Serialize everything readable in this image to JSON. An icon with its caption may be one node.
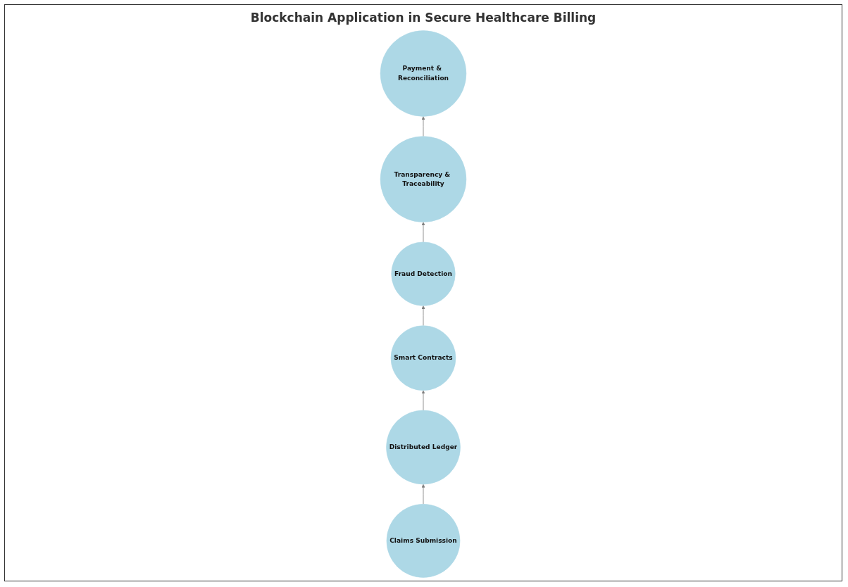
{
  "diagram": {
    "title": "Blockchain Application in Secure Healthcare Billing",
    "nodes": [
      {
        "text": [
          "Payment & Reconciliation"
        ]
      },
      {
        "text": [
          "Transparency & Traceability"
        ]
      },
      {
        "text": [
          "Fraud Detection"
        ]
      },
      {
        "text": [
          "Smart Contracts"
        ]
      },
      {
        "text": [
          "Distributed Ledger"
        ]
      },
      {
        "text": [
          "Claims Submission"
        ]
      }
    ],
    "edges": [
      {
        "from": 5,
        "to": 4,
        "arrow": "to"
      },
      {
        "from": 4,
        "to": 3,
        "arrow": "to"
      },
      {
        "from": 3,
        "to": 2,
        "arrow": "to"
      },
      {
        "from": 2,
        "to": 1,
        "arrow": "to"
      },
      {
        "from": 1,
        "to": 0,
        "arrow": "to"
      }
    ]
  }
}
